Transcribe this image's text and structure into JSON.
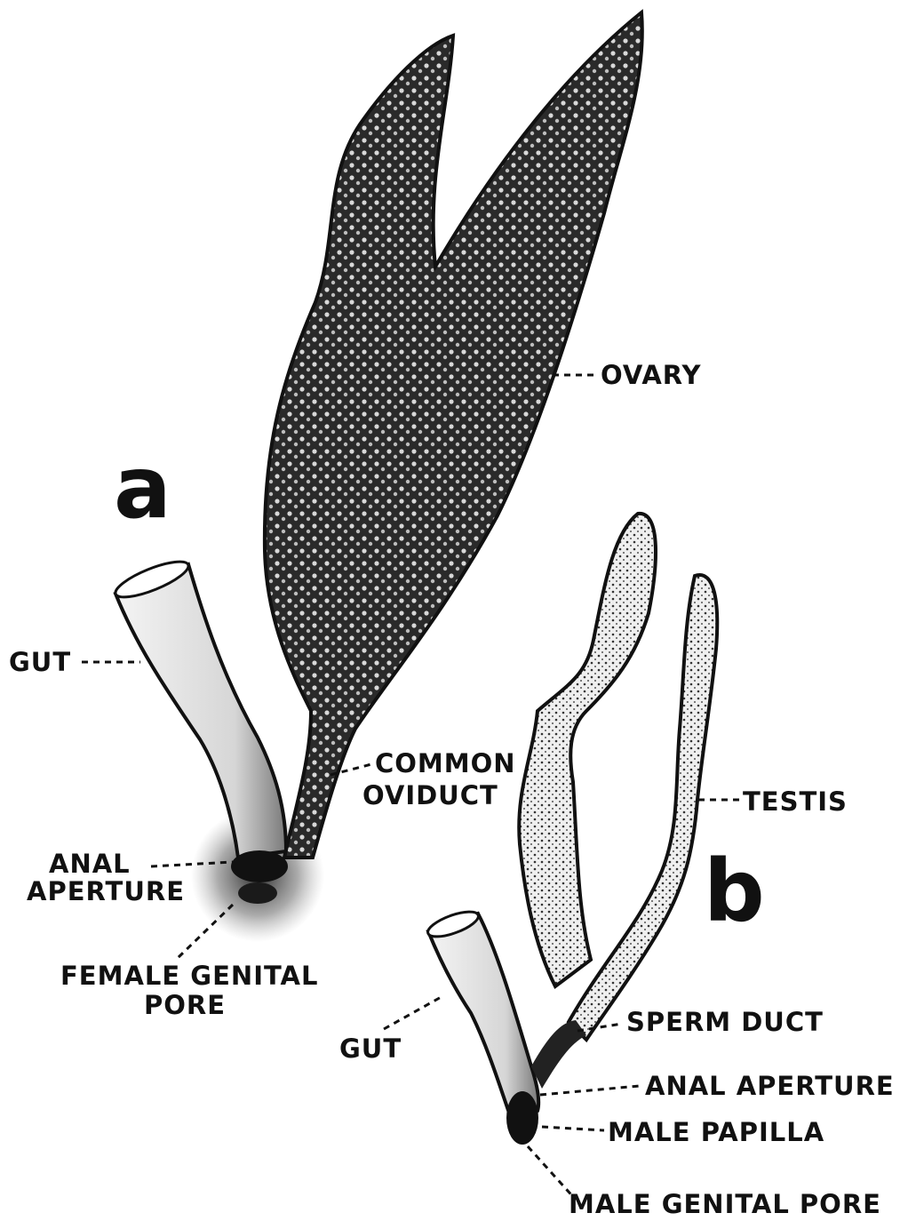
{
  "panels": {
    "a": {
      "letter": "a",
      "labels": {
        "ovary": "OVARY",
        "gut": "GUT",
        "common_oviduct": [
          "COMMON",
          "OVIDUCT"
        ],
        "anal_aperture": [
          "ANAL",
          "APERTURE"
        ],
        "female_genital_pore": [
          "FEMALE GENITAL",
          "PORE"
        ]
      }
    },
    "b": {
      "letter": "b",
      "labels": {
        "testis": "TESTIS",
        "gut": "GUT",
        "sperm_duct": "SPERM DUCT",
        "anal_aperture": "ANAL APERTURE",
        "male_papilla": "MALE PAPILLA",
        "male_genital_pore": "MALE GENITAL PORE"
      }
    }
  },
  "colors": {
    "ink": "#111111",
    "paper": "#ffffff",
    "ovary_fill": "#2a2a2a",
    "testis_fill": "#c8c8c8",
    "gut_fill": "#e6e6e6"
  }
}
